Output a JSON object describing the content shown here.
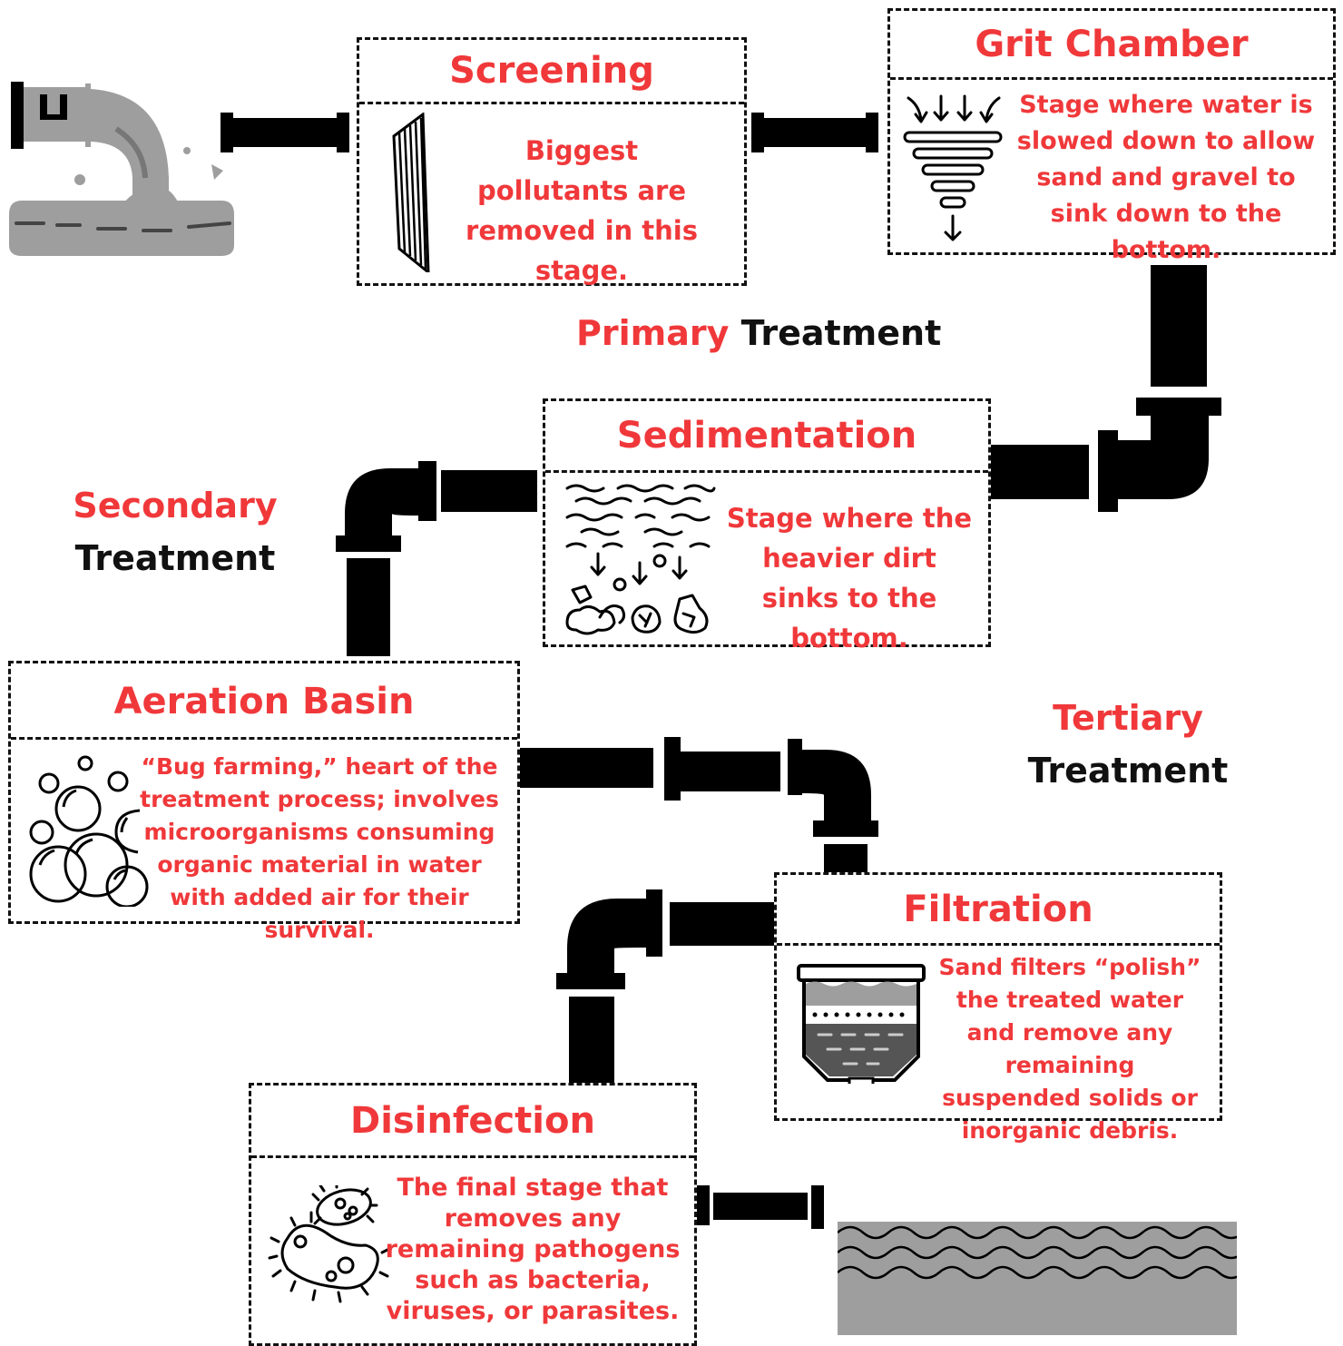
{
  "stages": {
    "screening": {
      "title": "Screening",
      "description": "Biggest pollutants are removed in this stage.",
      "icon": "bar-screen-icon"
    },
    "grit": {
      "title": "Grit Chamber",
      "description": "Stage where water is slowed down to allow sand and gravel to sink down to the bottom.",
      "icon": "funnel-arrows-icon"
    },
    "sedimentation": {
      "title": "Sedimentation",
      "description": "Stage where the heavier dirt sinks to the bottom.",
      "icon": "settling-particles-icon"
    },
    "aeration": {
      "title": "Aeration Basin",
      "description": "“Bug farming,” heart of the treatment process; involves microorganisms consuming organic material in water with added air for their survival.",
      "icon": "bubbles-icon"
    },
    "filtration": {
      "title": "Filtration",
      "description": "Sand filters “polish” the treated water and remove any remaining suspended solids or inorganic debris.",
      "icon": "sand-filter-icon"
    },
    "disinfection": {
      "title": "Disinfection",
      "description": "The final stage that removes any remaining pathogens such as bacteria, viruses, or parasites.",
      "icon": "bacteria-icon"
    }
  },
  "phases": {
    "primary": {
      "highlight": "Primary",
      "word": "Treatment"
    },
    "secondary": {
      "highlight": "Secondary",
      "word": "Treatment"
    },
    "tertiary": {
      "highlight": "Tertiary",
      "word": "Treatment"
    }
  },
  "colors": {
    "accent": "#f0383a",
    "pipe": "#000000",
    "water": "#9e9e9e",
    "border": "#111111"
  }
}
